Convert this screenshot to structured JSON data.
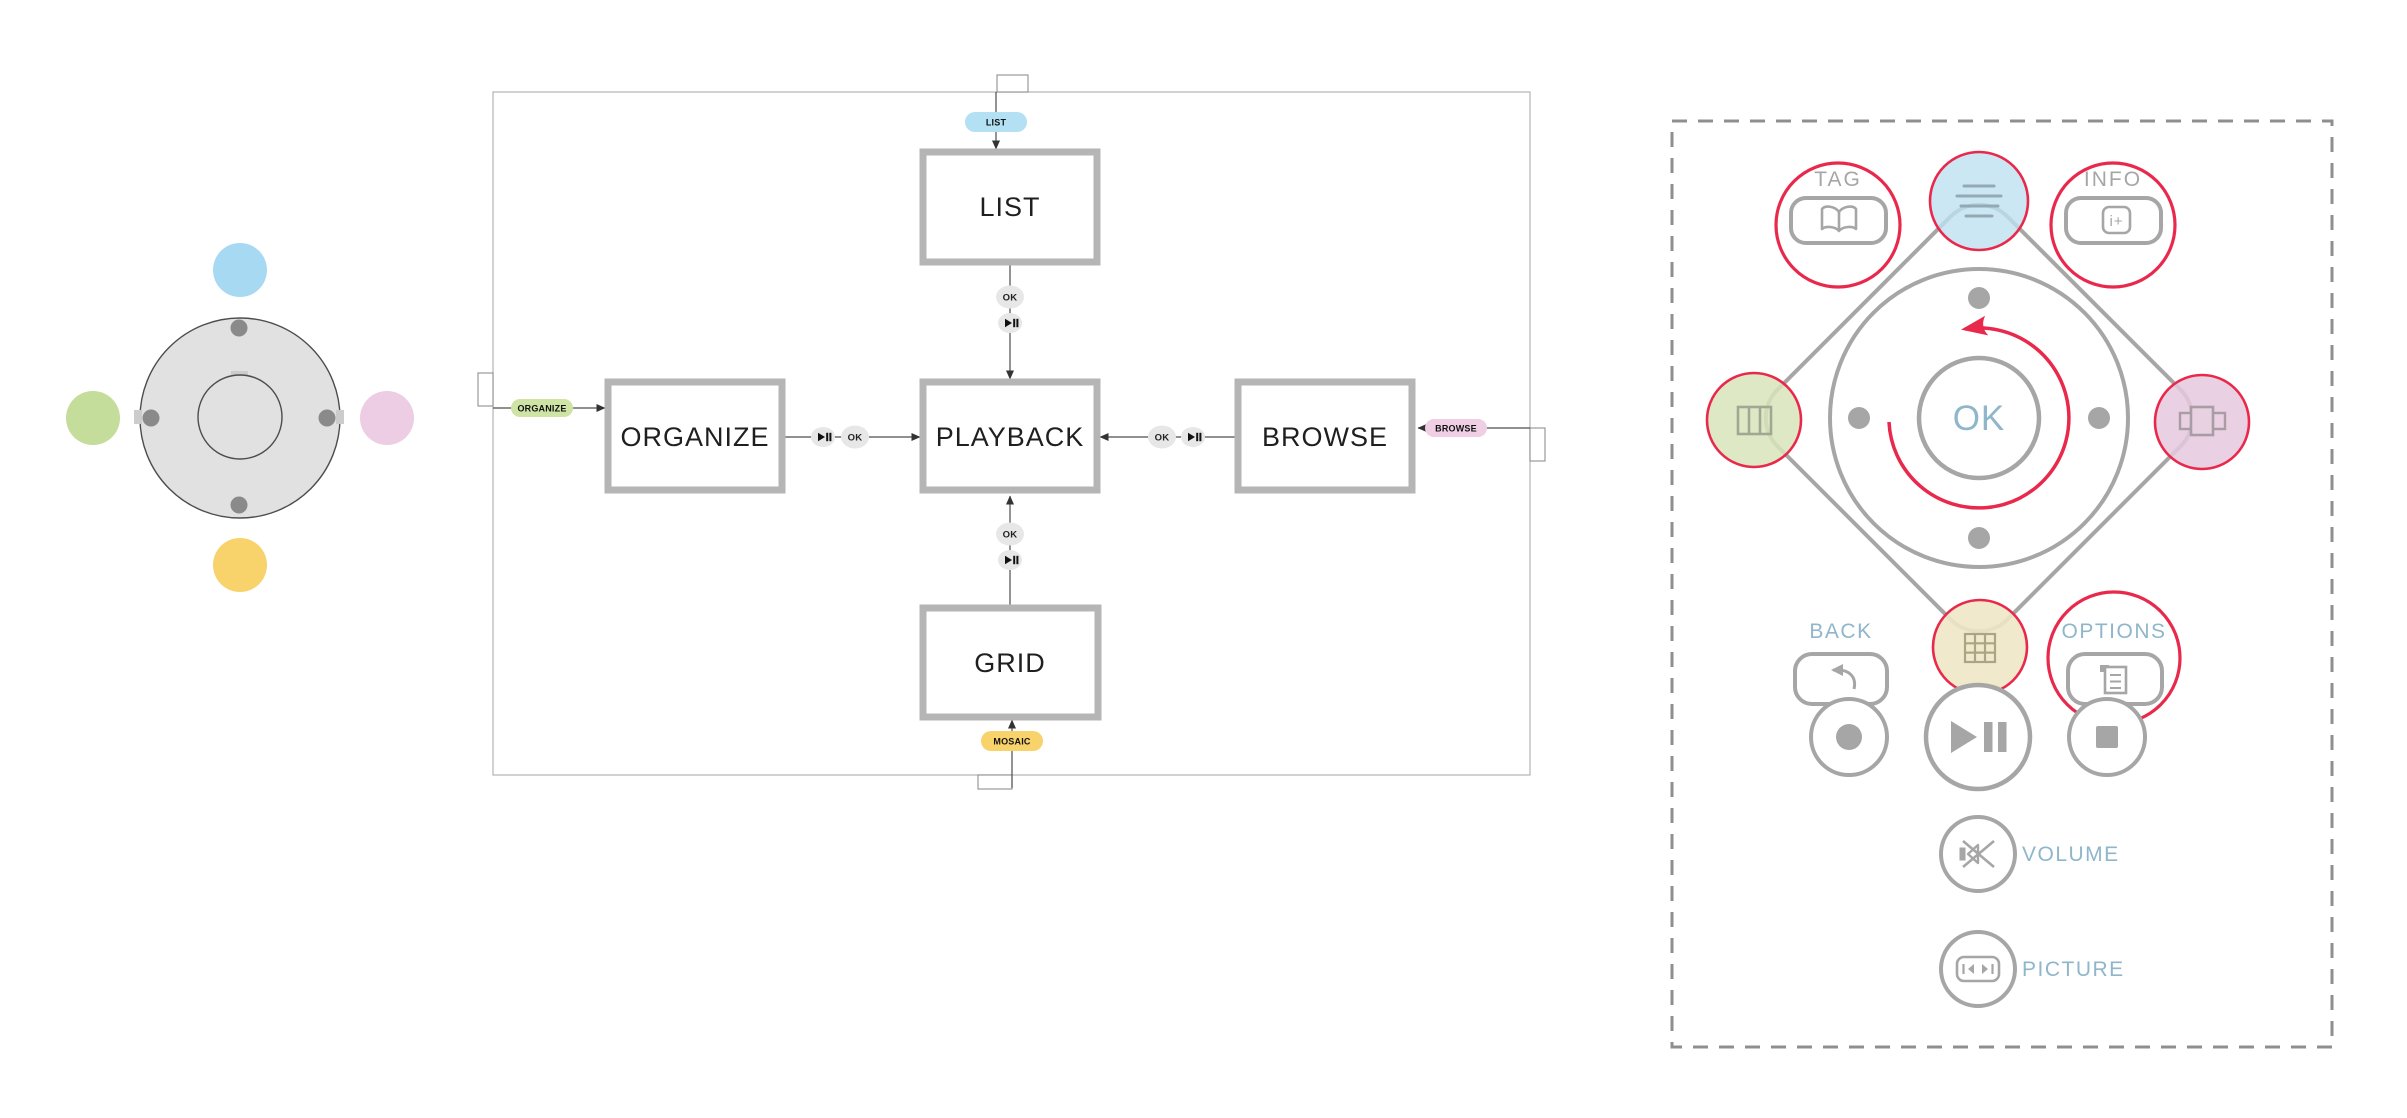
{
  "title": "Remote control navigation diagram",
  "colors": {
    "accent_red": "#e9294c",
    "ui_gray": "#a6a6a6",
    "label_blue": "#8fb6ca",
    "blue_dot": "#a8d9f2",
    "green_dot": "#c5dd9b",
    "pink_dot": "#edcde4",
    "yellow_dot": "#f8d36c",
    "pill_blue": "#b4e0f4",
    "pill_green": "#cfe3a5",
    "pill_pink": "#f0cfe5",
    "pill_yellow": "#f8d36c",
    "remote_blue_fill": "#bfe1f1",
    "remote_green_fill": "#d8e4ba",
    "remote_pink_fill": "#e5c9de",
    "remote_yellow_fill": "#f0e7c5",
    "pad_gray": "#e1e1e1"
  },
  "flow": {
    "boxes": {
      "list": "LIST",
      "organize": "ORGANIZE",
      "playback": "PLAYBACK",
      "browse": "BROWSE",
      "grid": "GRID"
    },
    "pills": {
      "list": "LIST",
      "organize": "ORGANIZE",
      "browse": "BROWSE",
      "mosaic": "MOSAIC"
    },
    "labels": {
      "ok": "OK"
    },
    "icons": {
      "playpause": "play-pause-icon"
    }
  },
  "remote": {
    "labels": {
      "tag": "TAG",
      "info": "INFO",
      "ok": "OK",
      "back": "BACK",
      "options": "OPTIONS",
      "volume": "VOLUME",
      "picture": "PICTURE"
    },
    "info_icon_text": "i+",
    "icons": [
      "book-icon",
      "list-lines-icon",
      "info-plus-icon",
      "columns-icon",
      "coverflow-icon",
      "grid-icon",
      "undo-icon",
      "document-icon",
      "record-icon",
      "play-pause-icon",
      "stop-icon",
      "mute-icon",
      "picture-format-icon",
      "rotate-ccw-arrow-icon"
    ]
  }
}
